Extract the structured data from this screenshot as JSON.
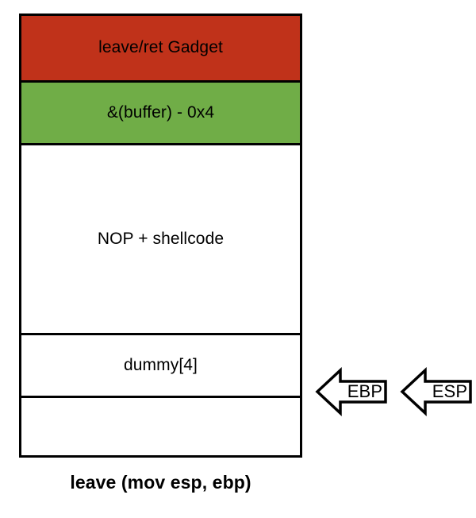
{
  "diagram": {
    "title": "leave (mov esp, ebp)",
    "caption": "leave (mov esp, ebp)",
    "colors": {
      "gadget_fill": "#C0321A",
      "buffer_fill": "#70AD47",
      "default_fill": "#FFFFFF",
      "border": "#000000",
      "text": "#000000"
    },
    "stack": {
      "cells": [
        {
          "label": "leave/ret Gadget",
          "fill": "#C0321A"
        },
        {
          "label": "&(buffer) - 0x4",
          "fill": "#70AD47"
        },
        {
          "label": "NOP + shellcode",
          "fill": "#FFFFFF"
        },
        {
          "label": "dummy[4]",
          "fill": "#FFFFFF"
        },
        {
          "label": "",
          "fill": "#FFFFFF"
        }
      ]
    },
    "pointers": [
      {
        "label": "EBP",
        "direction": "left"
      },
      {
        "label": "ESP",
        "direction": "left"
      }
    ]
  }
}
